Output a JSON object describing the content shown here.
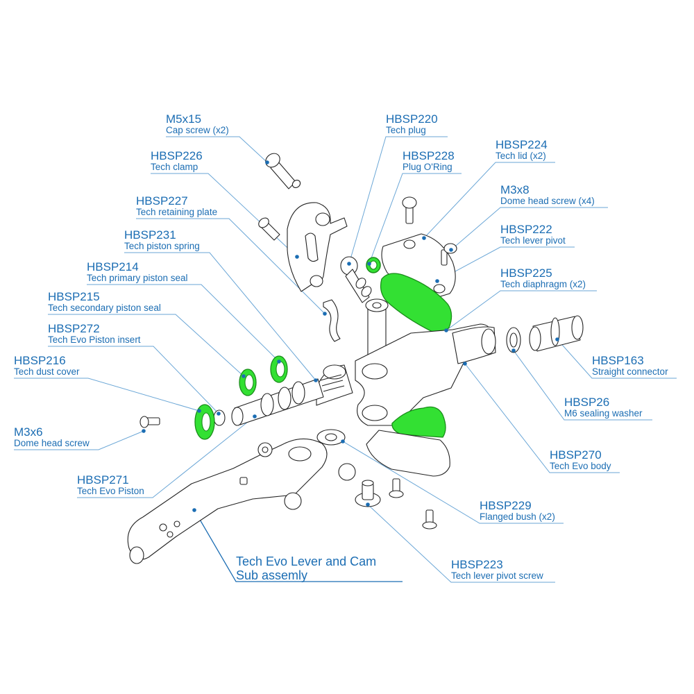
{
  "diagram": {
    "type": "exploded parts diagram",
    "colors": {
      "label_text": "#1b6db3",
      "leader_line": "#6aa6d6",
      "leader_dot": "#1b6db3",
      "highlight_part": "#33e033",
      "outline": "#222222"
    },
    "parts": [
      {
        "id": "m5x15",
        "code": "M5x15",
        "desc": "Cap screw (x2)"
      },
      {
        "id": "hbsp220",
        "code": "HBSP220",
        "desc": "Tech plug"
      },
      {
        "id": "hbsp226",
        "code": "HBSP226",
        "desc": "Tech clamp"
      },
      {
        "id": "hbsp228",
        "code": "HBSP228",
        "desc": "Plug O'Ring",
        "highlighted": true
      },
      {
        "id": "hbsp224",
        "code": "HBSP224",
        "desc": "Tech lid (x2)"
      },
      {
        "id": "hbsp227",
        "code": "HBSP227",
        "desc": "Tech retaining plate"
      },
      {
        "id": "m3x8",
        "code": "M3x8",
        "desc": "Dome head screw (x4)"
      },
      {
        "id": "hbsp231",
        "code": "HBSP231",
        "desc": "Tech piston spring"
      },
      {
        "id": "hbsp222",
        "code": "HBSP222",
        "desc": "Tech lever pivot"
      },
      {
        "id": "hbsp214",
        "code": "HBSP214",
        "desc": "Tech primary piston seal",
        "highlighted": true
      },
      {
        "id": "hbsp225",
        "code": "HBSP225",
        "desc": "Tech diaphragm (x2)",
        "highlighted": true
      },
      {
        "id": "hbsp215",
        "code": "HBSP215",
        "desc": "Tech secondary piston seal",
        "highlighted": true
      },
      {
        "id": "hbsp272",
        "code": "HBSP272",
        "desc": "Tech Evo Piston insert"
      },
      {
        "id": "hbsp163",
        "code": "HBSP163",
        "desc": "Straight connector"
      },
      {
        "id": "hbsp216",
        "code": "HBSP216",
        "desc": "Tech dust cover",
        "highlighted": true
      },
      {
        "id": "hbsp26",
        "code": "HBSP26",
        "desc": "M6 sealing washer"
      },
      {
        "id": "m3x6",
        "code": "M3x6",
        "desc": "Dome head screw"
      },
      {
        "id": "hbsp270",
        "code": "HBSP270",
        "desc": "Tech Evo body"
      },
      {
        "id": "hbsp271",
        "code": "HBSP271",
        "desc": "Tech Evo Piston"
      },
      {
        "id": "hbsp229",
        "code": "HBSP229",
        "desc": "Flanged bush (x2)"
      },
      {
        "id": "hbsp223",
        "code": "HBSP223",
        "desc": "Tech lever pivot screw"
      }
    ],
    "subassembly": {
      "line1": "Tech Evo Lever and Cam",
      "line2": "Sub assemly"
    }
  }
}
